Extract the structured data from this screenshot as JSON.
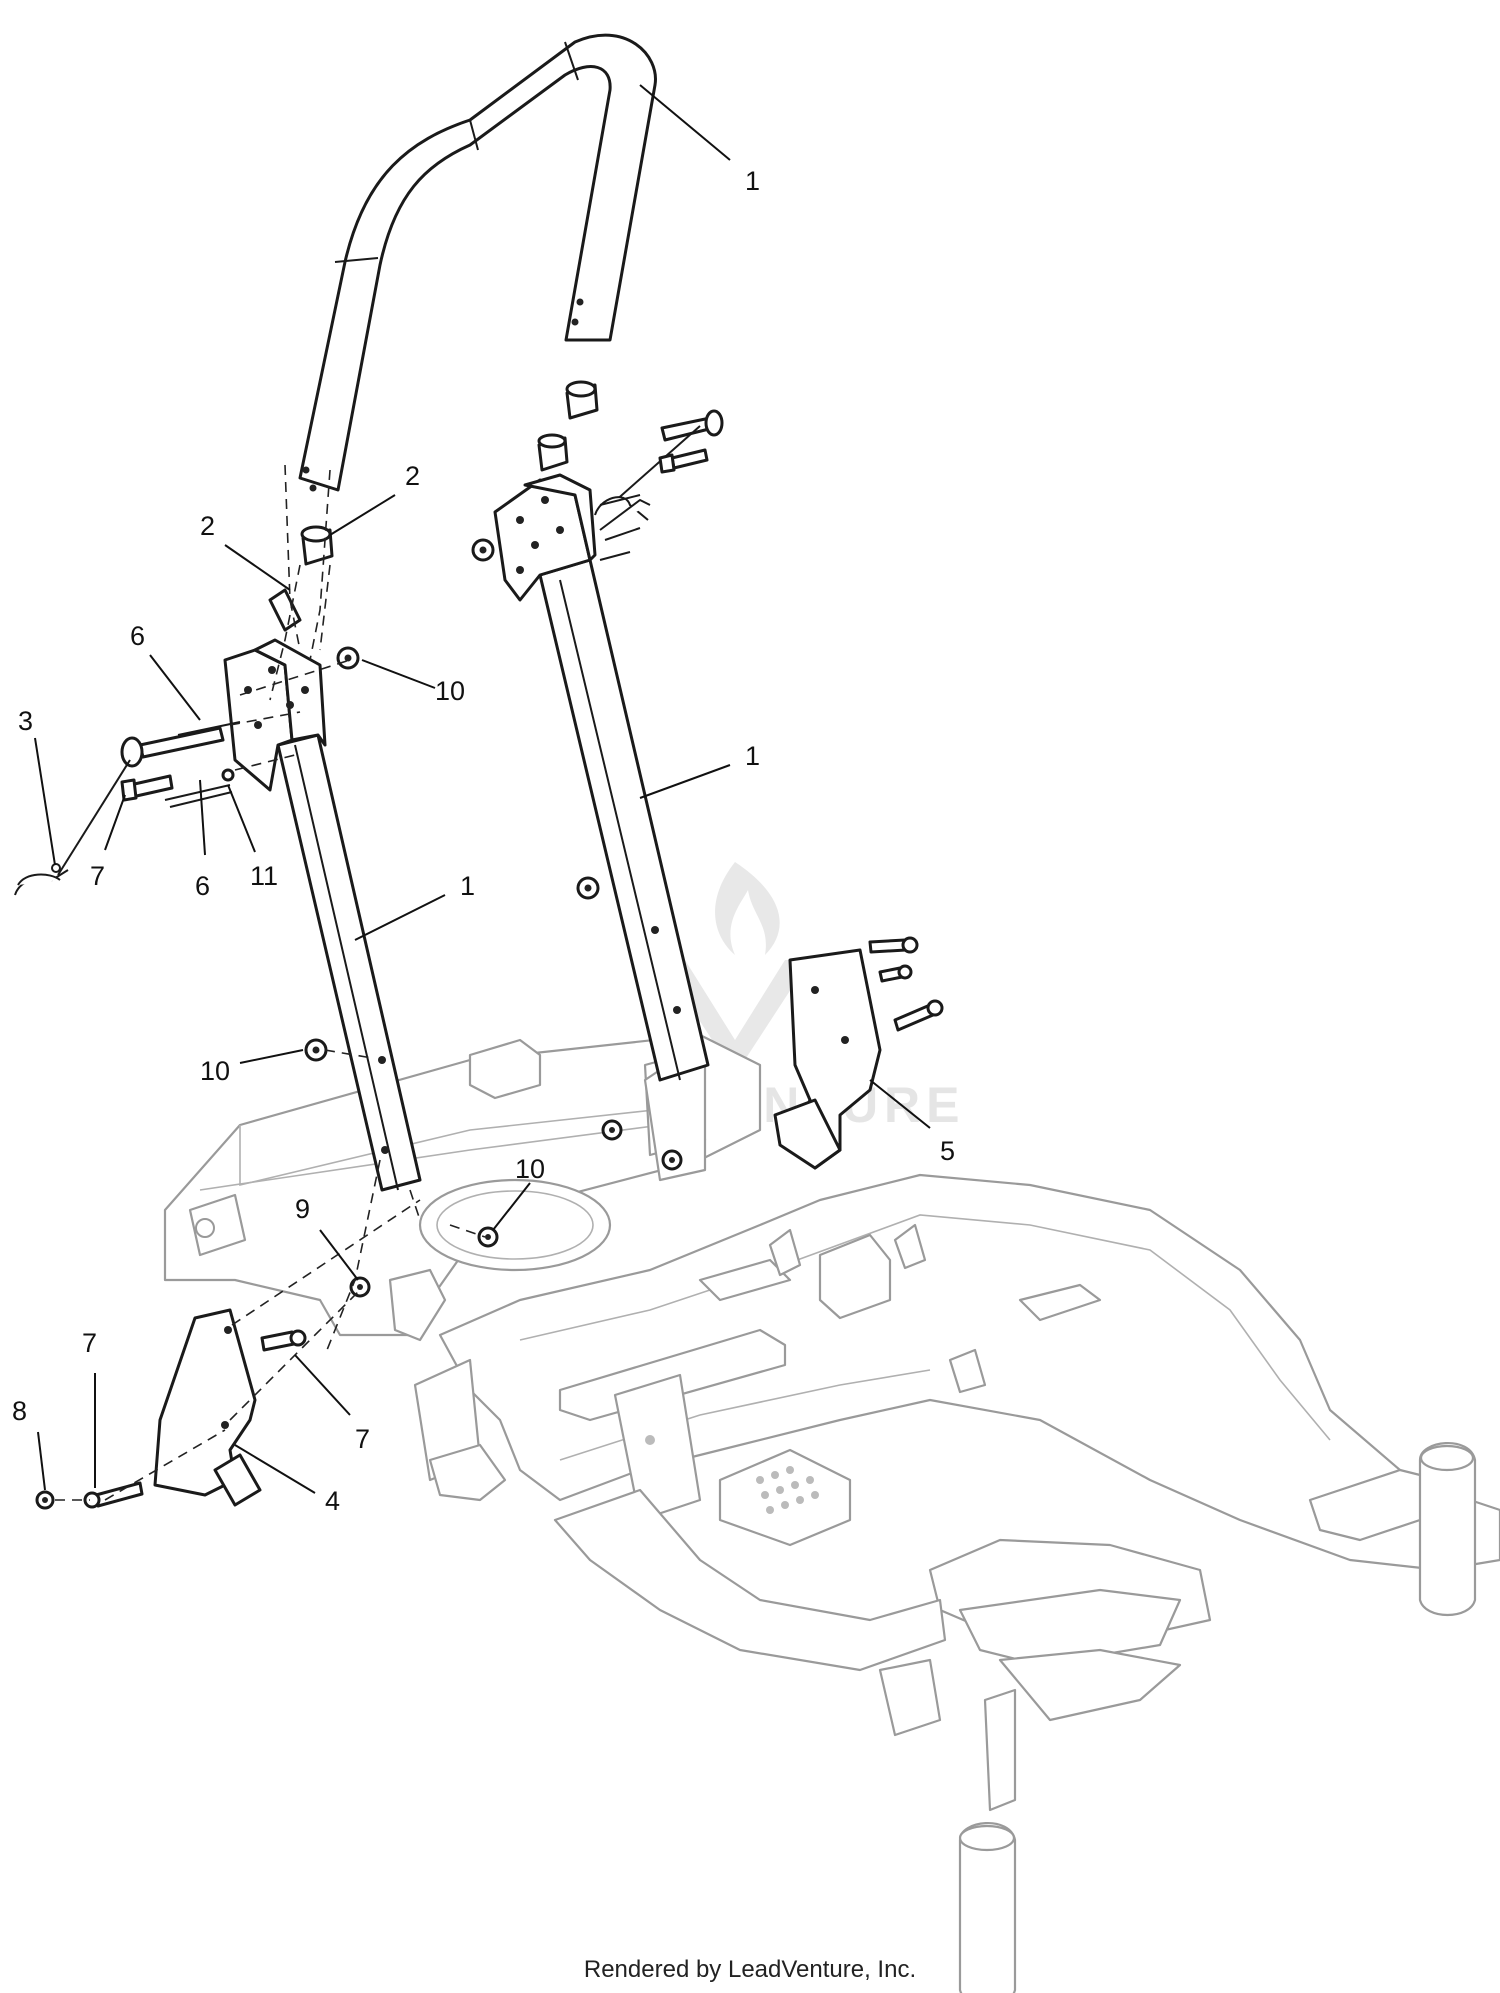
{
  "diagram": {
    "callouts": [
      {
        "id": "c1a",
        "label": "1"
      },
      {
        "id": "c1b",
        "label": "1"
      },
      {
        "id": "c1c",
        "label": "1"
      },
      {
        "id": "c2a",
        "label": "2"
      },
      {
        "id": "c2b",
        "label": "2"
      },
      {
        "id": "c3",
        "label": "3"
      },
      {
        "id": "c4",
        "label": "4"
      },
      {
        "id": "c5",
        "label": "5"
      },
      {
        "id": "c6a",
        "label": "6"
      },
      {
        "id": "c6b",
        "label": "6"
      },
      {
        "id": "c7a",
        "label": "7"
      },
      {
        "id": "c7b",
        "label": "7"
      },
      {
        "id": "c7c",
        "label": "7"
      },
      {
        "id": "c8",
        "label": "8"
      },
      {
        "id": "c9",
        "label": "9"
      },
      {
        "id": "c10a",
        "label": "10"
      },
      {
        "id": "c10b",
        "label": "10"
      },
      {
        "id": "c10c",
        "label": "10"
      },
      {
        "id": "c11",
        "label": "11"
      }
    ],
    "watermark": "LEADVENTURE",
    "watermark_icon": "flame-v-logo-icon"
  },
  "footer": {
    "credit": "Rendered by LeadVenture, Inc."
  }
}
